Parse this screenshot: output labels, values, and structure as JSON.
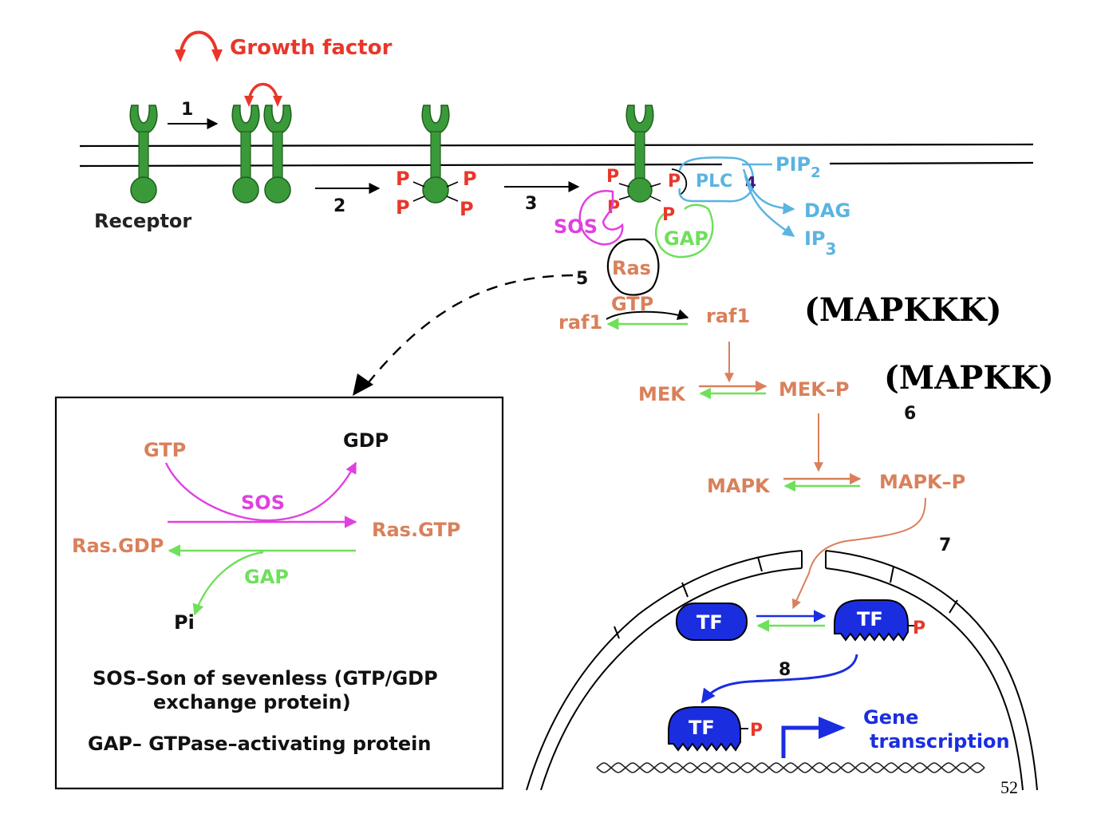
{
  "top": {
    "growth_factor": "Growth factor",
    "receptor": "Receptor",
    "steps": {
      "s1": "1",
      "s2": "2",
      "s3": "3",
      "s4": "4",
      "s5": "5",
      "s6": "6",
      "s7": "7",
      "s8": "8"
    },
    "p": "P",
    "plc": "PLC",
    "pip": "PIP",
    "pip_sub": "2",
    "dag": "DAG",
    "ip": "IP",
    "ip_sub": "3",
    "sos": "SOS",
    "gap": "GAP",
    "ras": "Ras",
    "gtp": "GTP",
    "raf1_left": "raf1",
    "raf1_right": "raf1",
    "mapkkk": "(MAPKKK)",
    "mek": "MEK",
    "mek_p": "MEK–P",
    "mapkk": "(MAPKK)",
    "mapk": "MAPK",
    "mapk_p": "MAPK–P",
    "tf": "TF",
    "gene_line1": "Gene",
    "gene_line2": "transcription"
  },
  "inset": {
    "gtp": "GTP",
    "gdp": "GDP",
    "sos": "SOS",
    "ras_gdp": "Ras.GDP",
    "ras_gtp": "Ras.GTP",
    "gap": "GAP",
    "pi": "Pi",
    "legend_sos_1": "SOS–Son of sevenless (GTP/GDP",
    "legend_sos_2": "exchange protein)",
    "legend_gap": "GAP– GTPase–activating protein"
  },
  "page_number": "52",
  "colors": {
    "red": "#e8372a",
    "green_receptor": "#3a9a3a",
    "orange": "#d9805a",
    "blue_tf": "#1a2ee0",
    "light_blue": "#5ab4e0",
    "magenta": "#e040e0",
    "bright_green": "#6ee05a",
    "purple": "#3a1a7a"
  }
}
